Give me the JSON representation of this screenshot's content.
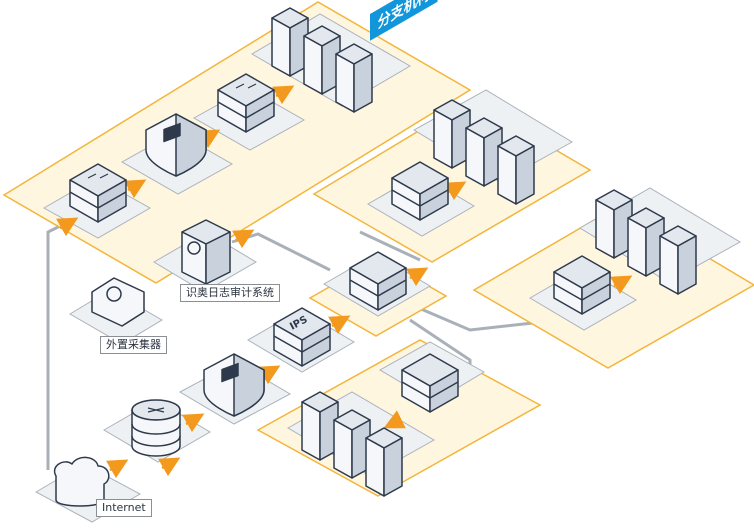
{
  "labels": {
    "branch": "分支机构",
    "audit": "识奥日志审计系统",
    "collector": "外置采集器",
    "internet": "Internet",
    "ips": "IPS"
  },
  "colors": {
    "zone_fill": "#fff6df",
    "zone_stroke": "#f3b53a",
    "device_stroke": "#2e3a4b",
    "device_face": "#f5f7fa",
    "device_top": "#e3e8ee",
    "device_side": "#c9d2dc",
    "arrow": "#f39a1e",
    "line": "#a9b0b8",
    "badge": "#1296db"
  }
}
